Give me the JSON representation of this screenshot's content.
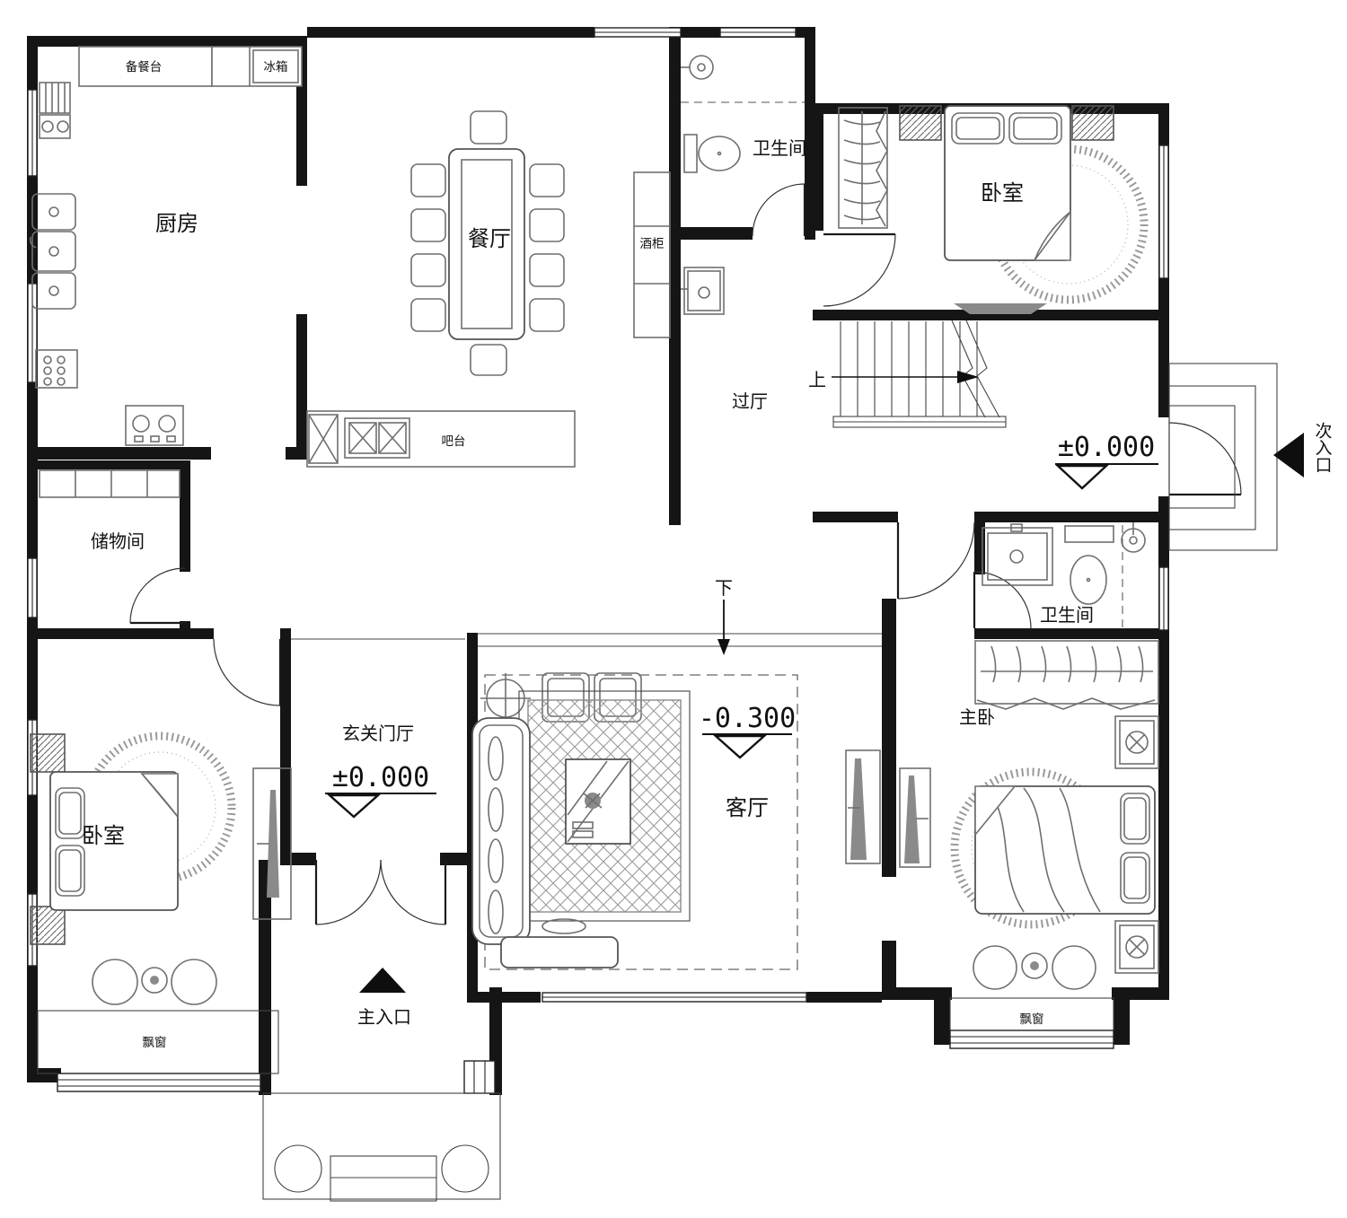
{
  "rooms": {
    "kitchen": "厨房",
    "dining": "餐厅",
    "bathroom_top": "卫生间",
    "bedroom_top_right": "卧室",
    "hallway": "过厅",
    "storage": "储物间",
    "foyer": "玄关门厅",
    "living": "客厅",
    "master_bedroom": "主卧",
    "bedroom_bottom_left": "卧室",
    "bathroom_right": "卫生间"
  },
  "fixtures": {
    "prep_counter": "备餐台",
    "fridge": "冰箱",
    "wine_cabinet": "酒柜",
    "bar_counter": "吧台",
    "bay_window_left": "飘窗",
    "bay_window_right": "飘窗"
  },
  "annotations": {
    "up": "上",
    "down": "下",
    "main_entrance": "主入口",
    "side_entrance": "次入口",
    "level_zero_side": "±0.000",
    "level_zero_foyer": "±0.000",
    "level_living": "-0.300"
  },
  "colors": {
    "wall": "#151515",
    "furniture": "#6f6f6f",
    "accent_gray": "#8a8a8a",
    "background": "#ffffff"
  }
}
